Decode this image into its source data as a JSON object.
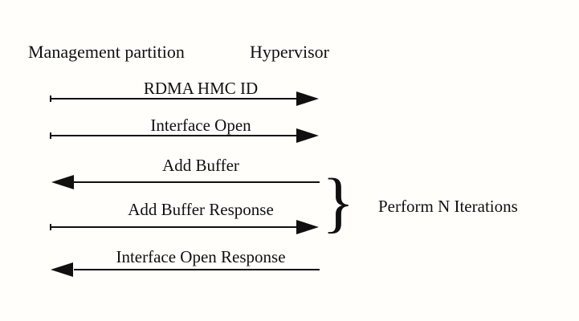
{
  "diagram": {
    "type": "sequence-diagram",
    "background": "#fffefa",
    "ink_color": "#101010",
    "participants": {
      "left": "Management partition",
      "right": "Hypervisor"
    },
    "messages": [
      {
        "label": "RDMA HMC ID",
        "from": "Management partition",
        "to": "Hypervisor",
        "direction": "right"
      },
      {
        "label": "Interface Open",
        "from": "Management partition",
        "to": "Hypervisor",
        "direction": "right"
      },
      {
        "label": "Add Buffer",
        "from": "Hypervisor",
        "to": "Management partition",
        "direction": "left"
      },
      {
        "label": "Add Buffer Response",
        "from": "Management partition",
        "to": "Hypervisor",
        "direction": "right"
      },
      {
        "label": "Interface Open Response",
        "from": "Hypervisor",
        "to": "Management partition",
        "direction": "left"
      }
    ],
    "annotation": {
      "brace_glyph": "}",
      "label": "Perform N Iterations",
      "applies_to": [
        "Add Buffer",
        "Add Buffer Response"
      ]
    }
  }
}
